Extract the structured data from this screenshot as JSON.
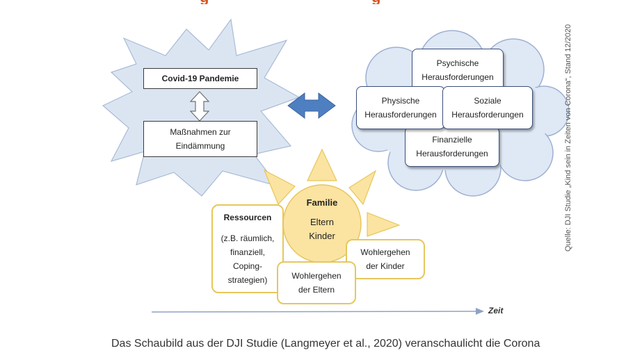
{
  "title_partial": {
    "left": "g",
    "right": "g"
  },
  "covid": {
    "title": "Covid-19 Pandemie",
    "measures_line1": "Maßnahmen zur",
    "measures_line2": "Eindämmung"
  },
  "challenges": {
    "psychische_line1": "Psychische",
    "psychische_line2": "Herausforderungen",
    "physische_line1": "Physische",
    "physische_line2": "Herausforderungen",
    "soziale_line1": "Soziale",
    "soziale_line2": "Herausforderungen",
    "finanzielle_line1": "Finanzielle",
    "finanzielle_line2": "Herausforderungen"
  },
  "family": {
    "title": "Familie",
    "line1": "Eltern",
    "line2": "Kinder"
  },
  "resources": {
    "title": "Ressourcen",
    "line1": "(z.B. räumlich,",
    "line2": "finanziell,",
    "line3": "Coping-",
    "line4": "strategien)"
  },
  "wellbeing_parents": {
    "line1": "Wohlergehen",
    "line2": "der Eltern"
  },
  "wellbeing_children": {
    "line1": "Wohlergehen",
    "line2": "der Kinder"
  },
  "axis_label": "Zeit",
  "source": "Quelle: DJI Studie „Kind sein in Zeiten von Corona“, Stand 12/2020",
  "caption": "Das Schaubild aus der DJI Studie (Langmeyer et al., 2020) veranschaulicht die Corona",
  "colors": {
    "title": "#d9541e",
    "arrow_blue": "#4d7fc1",
    "cloud_fill": "#dfe8f5",
    "cloud_stroke": "#9db1d1",
    "star_fill": "#dbe5f2",
    "sun_fill": "#fbe3a1",
    "sun_stroke": "#e6c75c",
    "box_border_blue": "#3b4f7a"
  }
}
